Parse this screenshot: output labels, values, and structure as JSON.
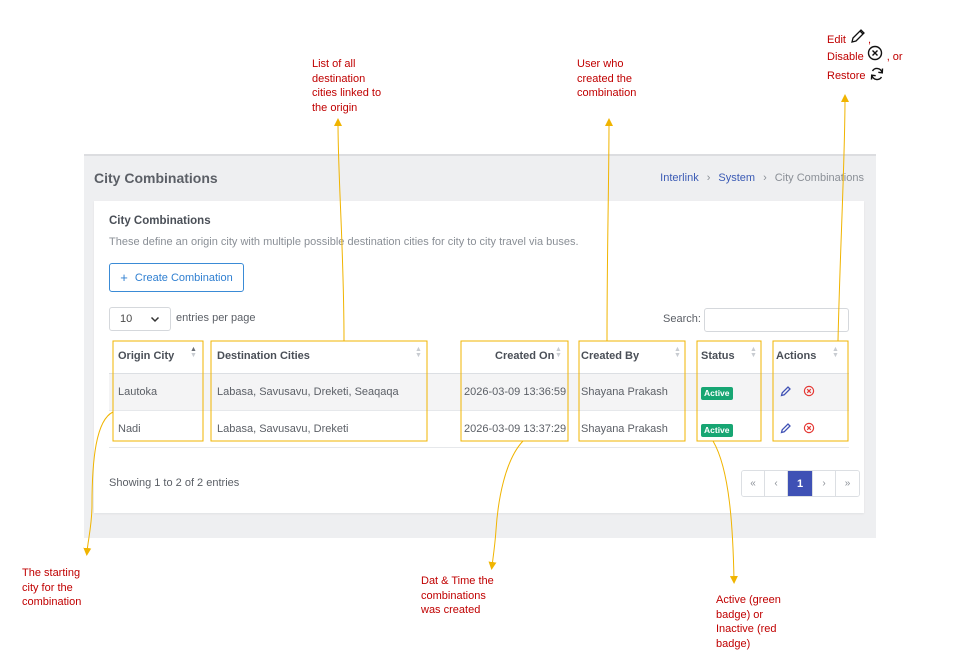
{
  "annotations": {
    "destinations": [
      "List of all",
      "destination",
      "cities linked to",
      "the origin"
    ],
    "created_by": [
      "User who",
      "created the",
      "combination"
    ],
    "actions_edit": "Edit",
    "actions_sep1": ",",
    "actions_disable": "Disable",
    "actions_sep2": ", or",
    "actions_restore": "Restore",
    "origin": [
      "The starting",
      "city for the",
      "combination"
    ],
    "created_on": [
      "Dat & Time the",
      "combinations",
      "was created"
    ],
    "status": [
      "Active (green",
      "badge) or",
      "Inactive (red",
      "badge)"
    ]
  },
  "header": {
    "title": "City Combinations",
    "breadcrumb": [
      "Interlink",
      "System",
      "City Combinations"
    ]
  },
  "card": {
    "title": "City Combinations",
    "description": "These define an origin city with multiple possible destination cities for city to city travel via buses.",
    "create_button": "Create Combination"
  },
  "controls": {
    "entries_value": "10",
    "entries_label": "entries per page",
    "search_label": "Search:",
    "search_value": ""
  },
  "table": {
    "columns": [
      "Origin City",
      "Destination Cities",
      "Created On",
      "Created By",
      "Status",
      "Actions"
    ],
    "rows": [
      {
        "origin": "Lautoka",
        "destinations": "Labasa, Savusavu, Dreketi, Seaqaqa",
        "created_on": "2026-03-09 13:36:59",
        "created_by": "Shayana Prakash",
        "status": "Active"
      },
      {
        "origin": "Nadi",
        "destinations": "Labasa, Savusavu, Dreketi",
        "created_on": "2026-03-09 13:37:29",
        "created_by": "Shayana Prakash",
        "status": "Active"
      }
    ]
  },
  "footer": {
    "info": "Showing 1 to 2 of 2 entries",
    "pagination": [
      "«",
      "‹",
      "1",
      "›",
      "»"
    ]
  },
  "icons": {
    "edit": "pencil-icon",
    "disable": "circle-x-icon",
    "restore": "refresh-icon",
    "sort": "sort-icon"
  },
  "colors": {
    "annotation": "#c00000",
    "callout_line": "#f0b400",
    "primary": "#3f51b5",
    "badge_active": "#17a673",
    "disable_icon": "#e53935"
  }
}
